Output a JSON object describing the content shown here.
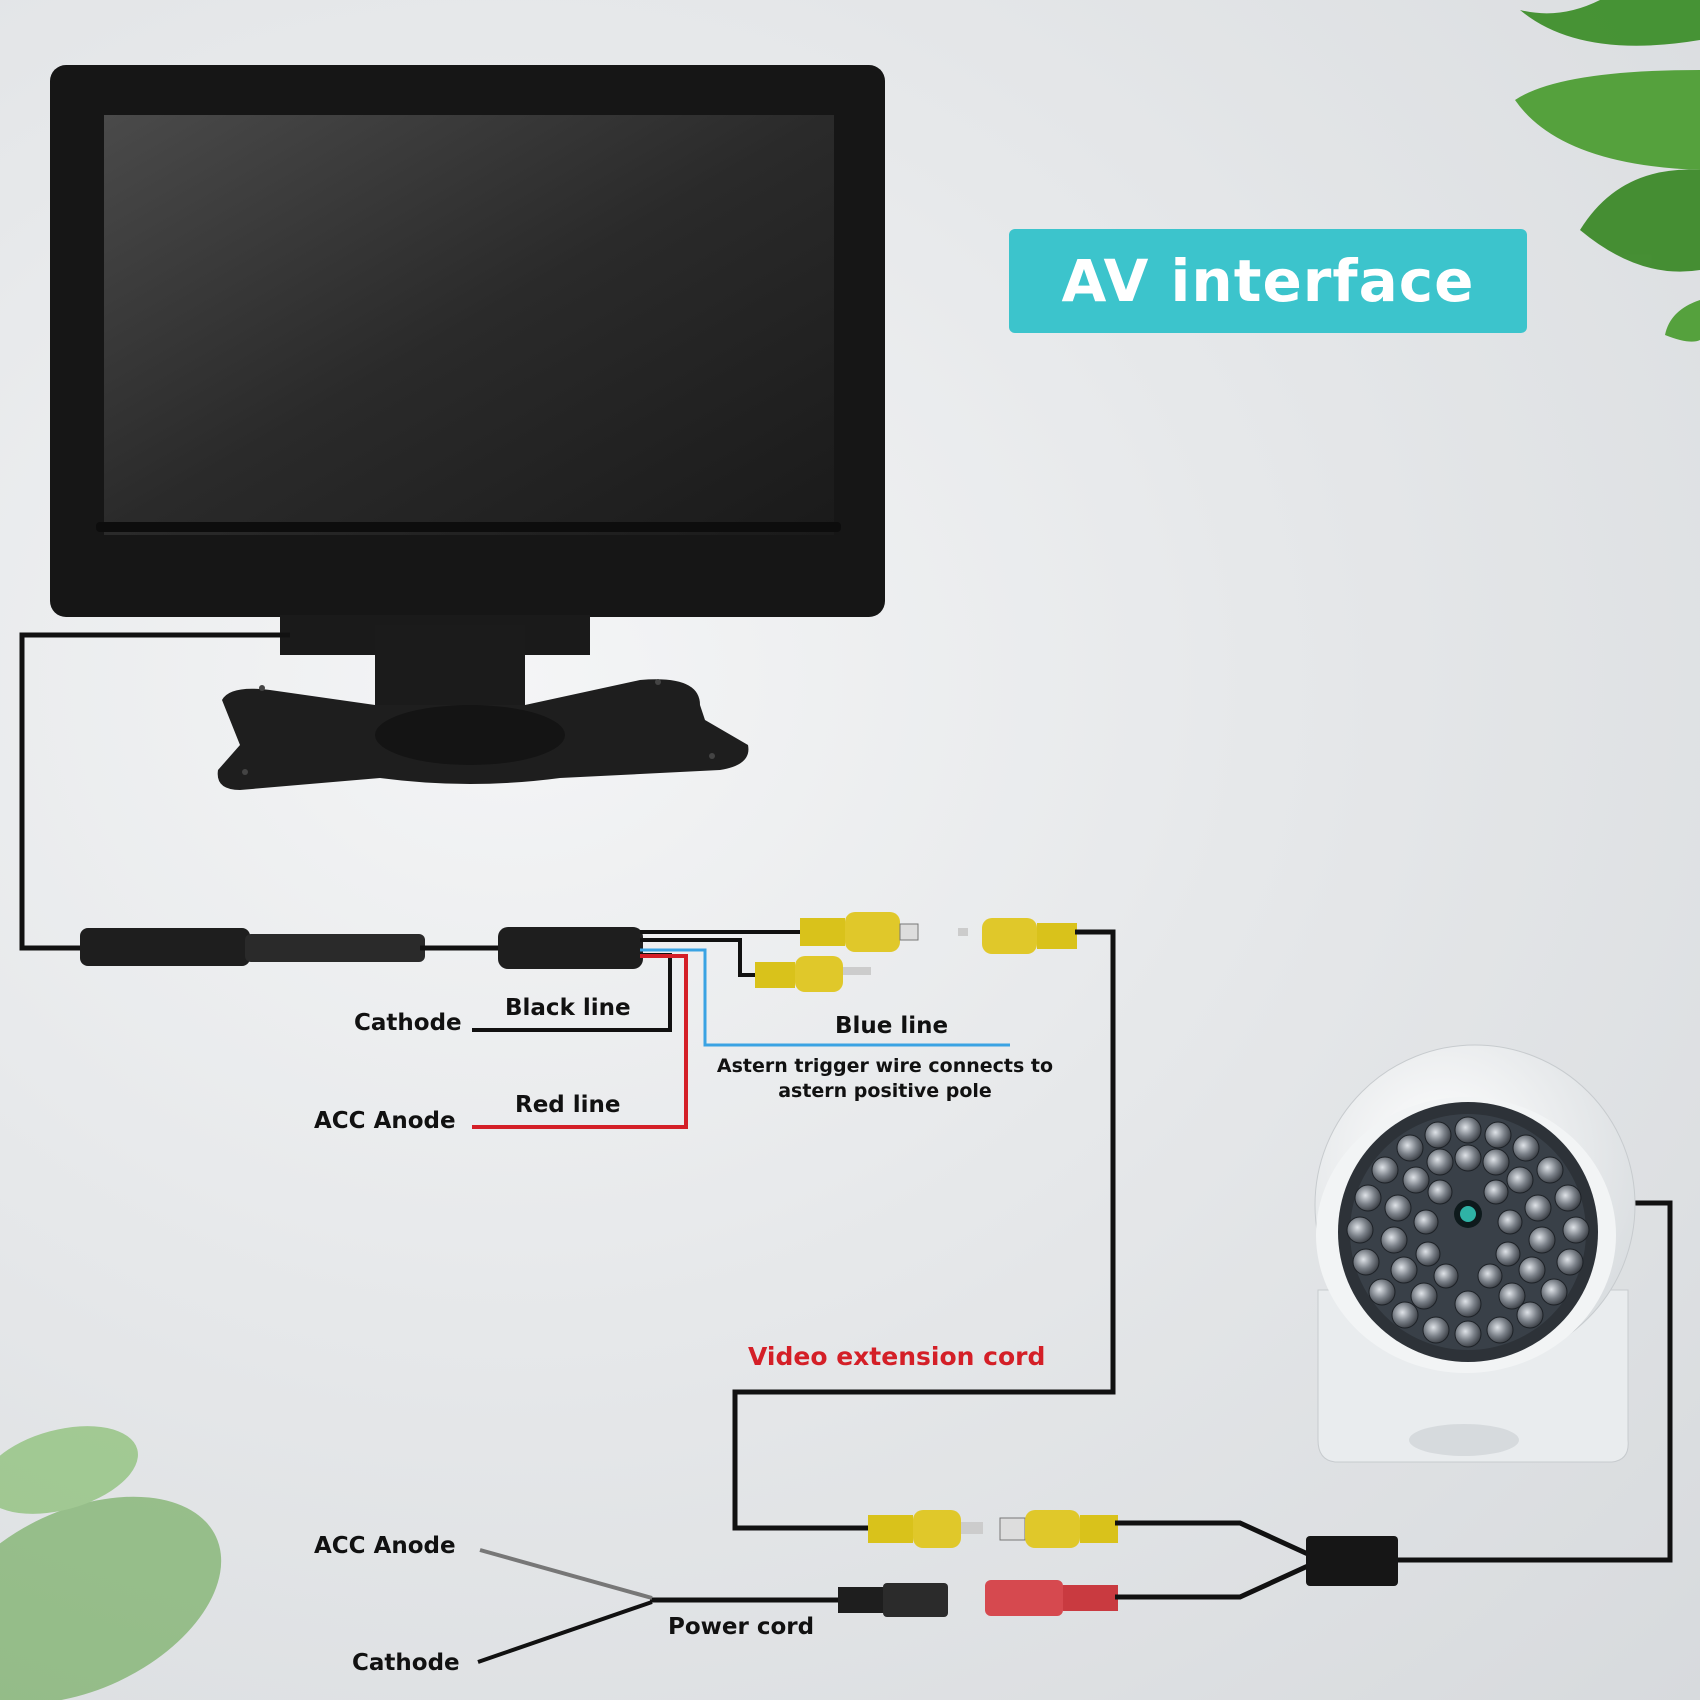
{
  "title": "AV interface",
  "labels": {
    "cathode_top": "Cathode",
    "black_line": "Black line",
    "acc_anode_top": "ACC Anode",
    "red_line": "Red line",
    "blue_line": "Blue line",
    "astern_note": "Astern trigger wire connects to astern positive pole",
    "video_extension_cord": "Video extension cord",
    "acc_anode_bottom": "ACC Anode",
    "power_cord": "Power cord",
    "cathode_bottom": "Cathode"
  },
  "colors": {
    "badge": "#3cc4cc",
    "red_wire": "#d41f27",
    "blue_wire": "#3aa3e3",
    "black_wire": "#111111",
    "rca_yellow": "#d9c21b"
  },
  "icons": [
    "monitor-icon",
    "ir-camera-icon",
    "rca-plug-icon",
    "dc-jack-icon",
    "leaf-icon"
  ]
}
